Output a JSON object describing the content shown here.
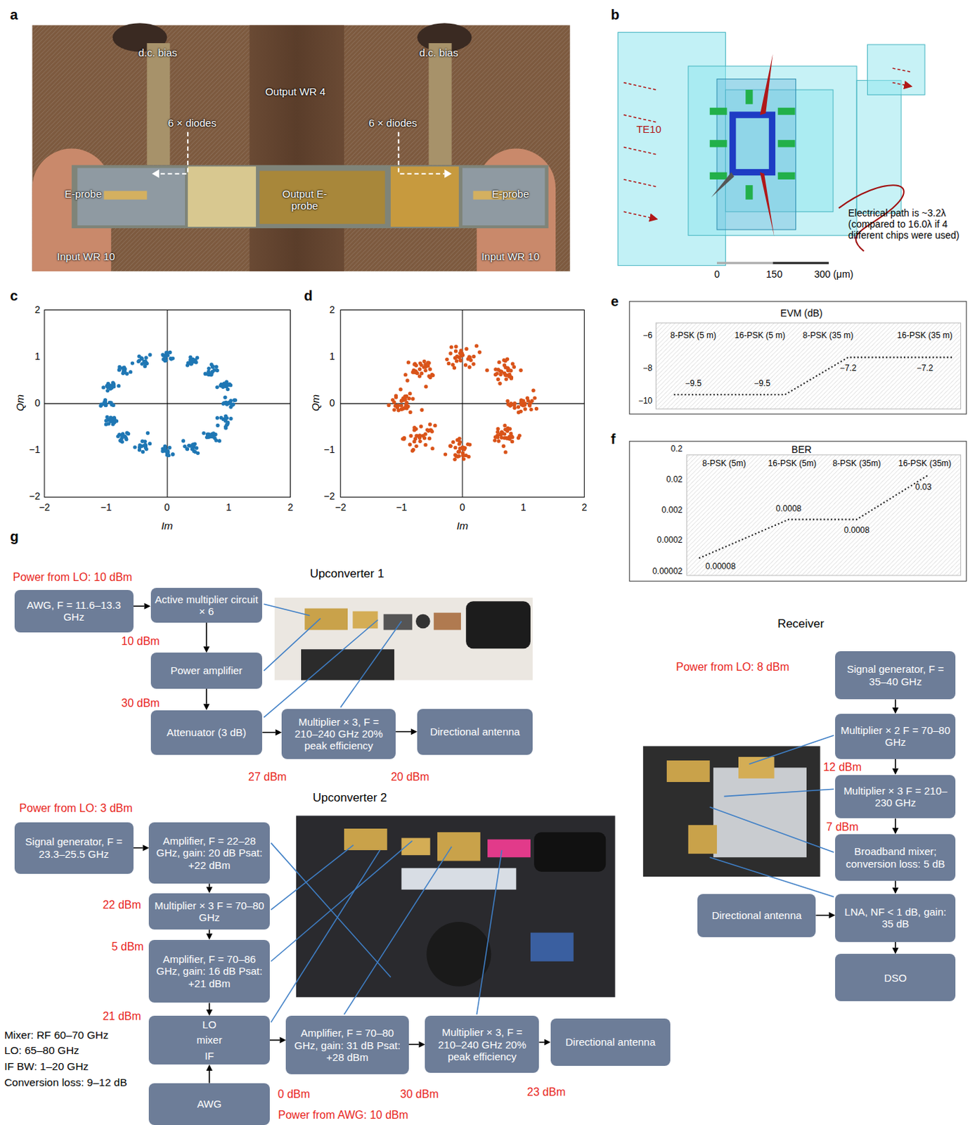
{
  "diagram": {
    "nodes": [
      {
        "text": [
          "AWG, F = 11.6–13.3 GHz"
        ]
      },
      {
        "text": [
          "Active multiplier circuit × 6"
        ]
      },
      {
        "text": [
          "Power amplifier"
        ]
      },
      {
        "text": [
          "Attenuator (3 dB)"
        ]
      },
      {
        "text": [
          "Multiplier × 3, F = 210–240 GHz 20% peak efficiency"
        ]
      },
      {
        "text": [
          "Directional antenna"
        ]
      },
      {
        "text": [
          "Signal generator, F = 23.3–25.5 GHz"
        ]
      },
      {
        "text": [
          "Amplifier, F = 22–28 GHz, gain: 20 dB Psat: +22 dBm"
        ]
      },
      {
        "text": [
          "Multiplier × 3 F = 70–80 GHz"
        ]
      },
      {
        "text": [
          "Amplifier, F = 70–86 GHz, gain: 16 dB Psat: +21 dBm"
        ]
      },
      {
        "text": [
          "LO",
          "mixer",
          "IF"
        ]
      },
      {
        "text": [
          "AWG"
        ]
      },
      {
        "text": [
          "Amplifier, F = 70–80 GHz, gain: 31 dB Psat: +28 dBm"
        ]
      },
      {
        "text": [
          "Multiplier × 3, F = 210–240 GHz 20% peak efficiency"
        ]
      },
      {
        "text": [
          "Directional antenna"
        ]
      },
      {
        "text": [
          "Signal generator, F = 35–40 GHz"
        ]
      },
      {
        "text": [
          "Multiplier × 2 F = 70–80 GHz"
        ]
      },
      {
        "text": [
          "Multiplier × 3 F = 210–230 GHz"
        ]
      },
      {
        "text": [
          "Broadband mixer; conversion loss: 5 dB"
        ]
      },
      {
        "text": [
          "Directional antenna"
        ]
      },
      {
        "text": [
          "LNA, NF < 1 dB, gain: 35 dB"
        ]
      },
      {
        "text": [
          "DSO"
        ]
      }
    ],
    "edges": [
      {
        "from": 0,
        "to": 1,
        "arrow": "to"
      },
      {
        "from": 1,
        "to": 2,
        "arrow": "to"
      },
      {
        "from": 2,
        "to": 3,
        "arrow": "to"
      },
      {
        "from": 3,
        "to": 4,
        "arrow": "to"
      },
      {
        "from": 4,
        "to": 5,
        "arrow": "to"
      },
      {
        "from": 6,
        "to": 7,
        "arrow": "to"
      },
      {
        "from": 7,
        "to": 8,
        "arrow": "to"
      },
      {
        "from": 8,
        "to": 9,
        "arrow": "to"
      },
      {
        "from": 9,
        "to": 10,
        "arrow": "to"
      },
      {
        "from": 11,
        "to": 10,
        "arrow": "to"
      },
      {
        "from": 10,
        "to": 12,
        "arrow": "to"
      },
      {
        "from": 12,
        "to": 13,
        "arrow": "to"
      },
      {
        "from": 13,
        "to": 14,
        "arrow": "to"
      },
      {
        "from": 15,
        "to": 16,
        "arrow": "to"
      },
      {
        "from": 16,
        "to": 17,
        "arrow": "to"
      },
      {
        "from": 17,
        "to": 18,
        "arrow": "to"
      },
      {
        "from": 18,
        "to": 20,
        "arrow": "to"
      },
      {
        "from": 19,
        "to": 20,
        "arrow": "to"
      },
      {
        "from": 20,
        "to": 21,
        "arrow": "to"
      }
    ],
    "labels": [
      "a",
      "b",
      "c",
      "d",
      "e",
      "f",
      "g",
      "d.c. bias",
      "d.c. bias",
      "Output WR 4",
      "6 × diodes",
      "6 × diodes",
      "E-probe",
      "Output E-probe",
      "E-probe",
      "Input WR 10",
      "Input WR 10",
      "TE10",
      "Electrical path is ~3.2λ (compared to 16.0λ if 4 different chips were used)",
      "0",
      "150",
      "300 (μm)",
      "2",
      "1",
      "0",
      "−1",
      "−2",
      "−2",
      "−1",
      "0",
      "1",
      "2",
      "Qm",
      "Im",
      "2",
      "1",
      "0",
      "−1",
      "−2",
      "−2",
      "−1",
      "0",
      "1",
      "2",
      "Qm",
      "Im",
      "EVM (dB)",
      "8-PSK (5 m)",
      "16-PSK (5 m)",
      "8-PSK (35 m)",
      "16-PSK (35 m)",
      "−6",
      "−8",
      "−10",
      "−9.5",
      "−9.5",
      "−7.2",
      "−7.2",
      "BER",
      "8-PSK (5m)",
      "16-PSK (5m)",
      "8-PSK (35m)",
      "16-PSK (35m)",
      "0.2",
      "0.02",
      "0.002",
      "0.0002",
      "0.00002",
      "0.00008",
      "0.0008",
      "0.0008",
      "0.03",
      "Upconverter 1",
      "Power from LO: 10 dBm",
      "10 dBm",
      "30 dBm",
      "27 dBm",
      "20 dBm",
      "Upconverter 2",
      "Power from LO: 3 dBm",
      "22 dBm",
      "5 dBm",
      "21 dBm",
      "Mixer: RF 60–70 GHz",
      "LO: 65–80 GHz",
      "IF BW: 1–20 GHz",
      "Conversion loss: 9–12 dB",
      "0 dBm",
      "30 dBm",
      "23 dBm",
      "Power from AWG: 10 dBm",
      "Receiver",
      "Power from LO: 8 dBm",
      "12 dBm",
      "7 dBm"
    ]
  }
}
